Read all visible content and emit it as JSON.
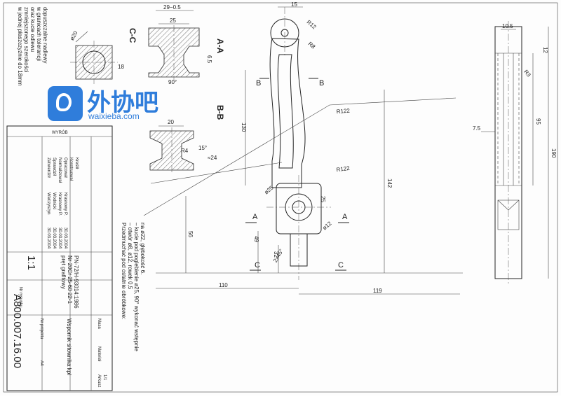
{
  "dims": {
    "d1": "15",
    "d2": "R12",
    "d3": "R8",
    "d4": "130",
    "d5": "R122",
    "d6": "R122",
    "d7": "142",
    "d8": "ø25",
    "d9": "ø12",
    "d10": "25",
    "d11": "49",
    "d12": "56",
    "d13": "2x45°",
    "d14": "32",
    "d15": "110",
    "d16": "119",
    "d17": "10.5",
    "d18": "12",
    "d19": "R3",
    "d20": "95",
    "d21": "7.5",
    "d22": "190",
    "d23": "29−0.5",
    "d24": "25",
    "d25": "6.5",
    "d26": "90°",
    "d27": "20",
    "d28": "R4",
    "d29": "≈24",
    "d30": "15°",
    "d31": "18",
    "d32": "ø20"
  },
  "sections": {
    "aa": "A-A",
    "bb": "B-B",
    "cc": "C-C",
    "a": "A",
    "b": "B",
    "c": "C"
  },
  "notes": {
    "main_1": "Przedmuchać pod ostatnie obróbkowe:",
    "main_2": "– otwór ø8, ø12, rowek 0,5",
    "main_3": "– kucie pod poglebienie ø25, 90° wykonać wstępnie",
    "main_4": "na ø22, głębokość 6.",
    "side_1": "dopuszczalne nadlewy",
    "side_2": "w granicach tolerancji",
    "side_3": "oraz kucie odlewu",
    "side_4": "zmniejszonego szerokości",
    "side_5": "w jednej płaszczyźnie do 18mm"
  },
  "title_block": {
    "header": "WYRÓB",
    "rows": [
      "Zatwierdził",
      "Sprawdził",
      "Normalizował",
      "Opracował",
      "Konstruował",
      "Kreślił"
    ],
    "names": [
      "Walczyszyn",
      "Wodnicki",
      "Krasnowy P.",
      "Krasnowy P."
    ],
    "dates": [
      "30.03.2004",
      "30.03.2004",
      "30.03.2004",
      "30.03.2004"
    ],
    "material": "pręt grafitowy",
    "material_2": "Nr 20Cr 25-60 22-1",
    "standard": "PN-72/H-93014:1986",
    "part_name": "Wspornik sitownika kpl",
    "scale": "1:1",
    "drawing_number": "A800.007.16.00",
    "sheet_label": "Arkusz",
    "sheet_value": "1/1",
    "format": "A4",
    "col_mass": "Masa",
    "col_material": "Materiał",
    "project": "Nr projektu",
    "number": "Nr rysunku"
  },
  "watermark": {
    "name": "外协吧",
    "url": "waixieba.com",
    "color": "#2f7ddb"
  }
}
